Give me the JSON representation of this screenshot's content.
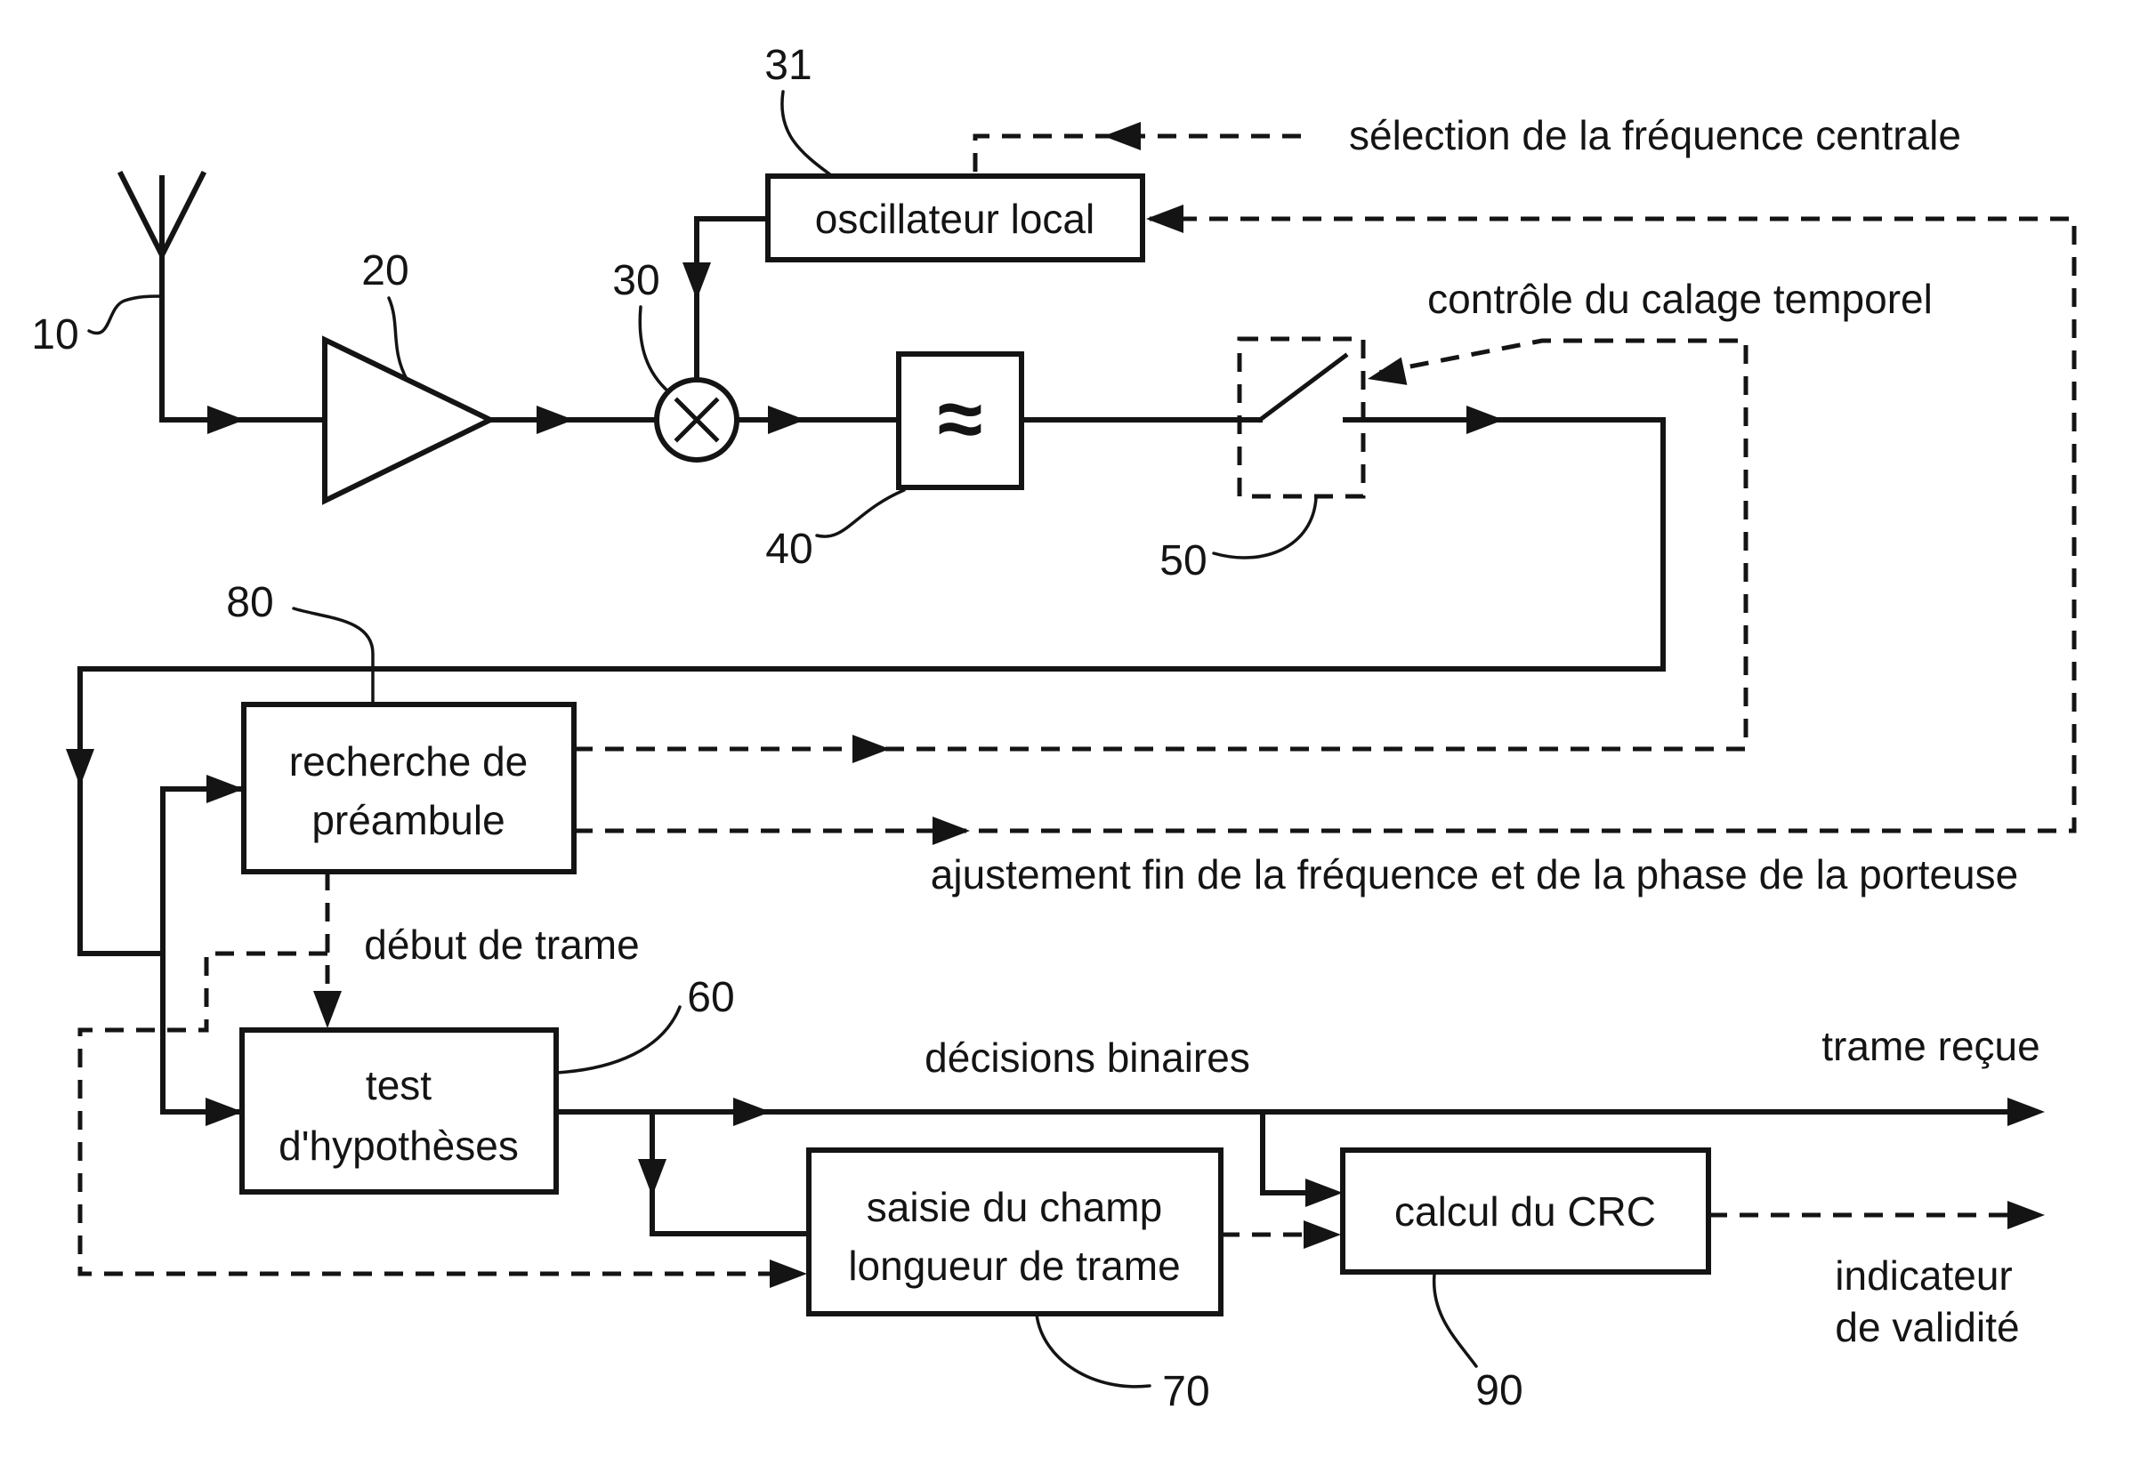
{
  "figure": {
    "background": "#ffffff",
    "ink": "#141414"
  },
  "blocks": {
    "oscillator": {
      "label": "oscillateur local",
      "ref": "31"
    },
    "preamble": {
      "line1": "recherche de",
      "line2": "préambule",
      "ref": "80"
    },
    "hypothesis": {
      "line1": "test",
      "line2": "d'hypothèses",
      "ref": "60"
    },
    "frame_length": {
      "line1": "saisie du champ",
      "line2": "longueur de trame",
      "ref": "70"
    },
    "crc": {
      "label": "calcul du CRC",
      "ref": "90"
    }
  },
  "components": {
    "antenna_ref": "10",
    "amplifier_ref": "20",
    "mixer_ref": "30",
    "filter_ref": "40",
    "filter_symbol": "≈",
    "switch_ref": "50"
  },
  "signals": {
    "center_freq": "sélection de la fréquence centrale",
    "timing_control": "contrôle du calage temporel",
    "fine_adjust": "ajustement fin de la fréquence et de la phase de la porteuse",
    "frame_start": "début de trame",
    "binary_decisions": "décisions binaires",
    "frame_received": "trame reçue",
    "validity_line1": "indicateur",
    "validity_line2": "de validité"
  }
}
